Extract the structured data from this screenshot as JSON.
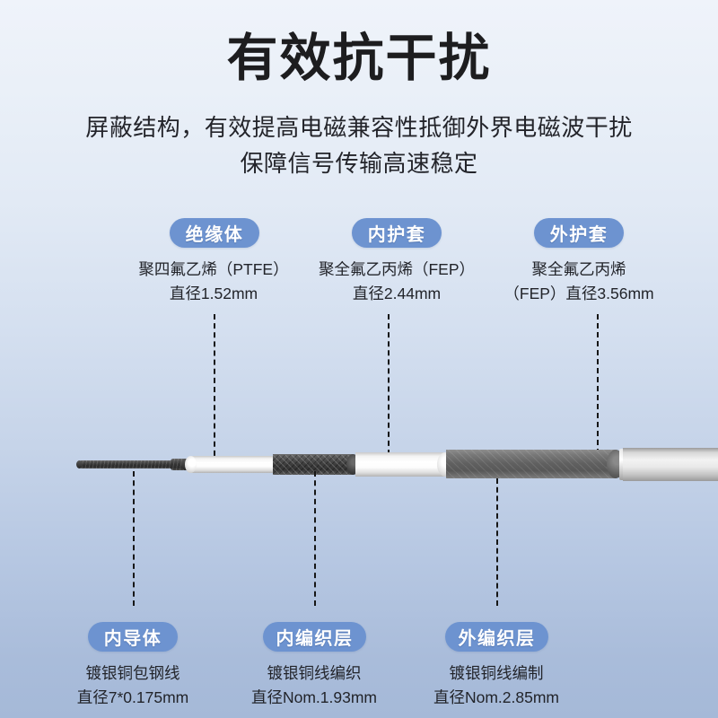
{
  "page": {
    "headline": "有效抗干扰",
    "subline_1": "屏蔽结构，有效提高电磁兼容性抵御外界电磁波干扰",
    "subline_2": "保障信号传输高速稳定",
    "accent_color": "#6d93d0",
    "background_top_color": "#eff3fa",
    "background_bottom_color": "#a5b9d8",
    "text_color": "#1d1d1f",
    "dash_color": "#161616"
  },
  "top_callouts": [
    {
      "badge": "绝缘体",
      "line_1": "聚四氟乙烯（PTFE）",
      "line_2": "直径1.52mm"
    },
    {
      "badge": "内护套",
      "line_1": "聚全氟乙丙烯（FEP）",
      "line_2": "直径2.44mm"
    },
    {
      "badge": "外护套",
      "line_1": "聚全氟乙丙烯",
      "line_2": "（FEP）直径3.56mm"
    }
  ],
  "bottom_callouts": [
    {
      "badge": "内导体",
      "line_1": "镀银铜包钢线",
      "line_2": "直径7*0.175mm"
    },
    {
      "badge": "内编织层",
      "line_1": "镀银铜线编织",
      "line_2": "直径Nom.1.93mm"
    },
    {
      "badge": "外编织层",
      "line_1": "镀银铜线编制",
      "line_2": "直径Nom.2.85mm"
    }
  ],
  "cable": {
    "layers": [
      "inner-conductor",
      "ptfe-insulation",
      "inner-braid-shield",
      "fep-inner-jacket",
      "outer-braid-shield",
      "fep-outer-jacket"
    ]
  }
}
